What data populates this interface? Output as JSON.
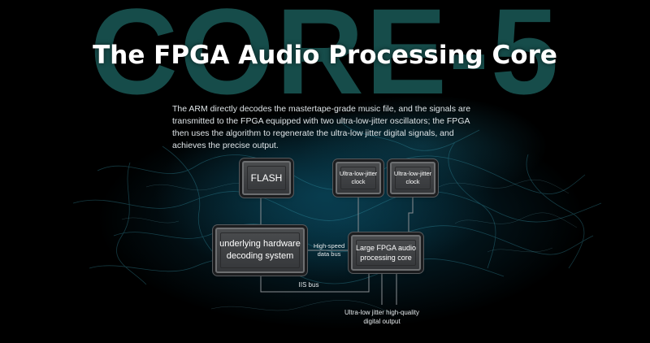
{
  "watermark": "CORE-5",
  "title": "The FPGA Audio Processing Core",
  "description": {
    "lines": [
      "The ARM directly decodes the mastertape-grade music file, and the signals are",
      "transmitted to the FPGA equipped with two ultra-low-jitter oscillators; the FPGA",
      "then uses the algorithm to regenerate the ultra-low jitter digital signals, and",
      "achieves the precise output."
    ]
  },
  "diagram": {
    "flash": {
      "label": "FLASH"
    },
    "clock1": {
      "line1": "Ultra-low-jitter",
      "line2": "clock"
    },
    "clock2": {
      "line1": "Ultra-low-jitter",
      "line2": "clock"
    },
    "decoder": {
      "line1": "underlying hardware",
      "line2": "decoding system"
    },
    "fpga": {
      "line1": "Large FPGA audio",
      "line2": "processing core"
    },
    "data_bus": {
      "line1": "High-speed",
      "line2": "data bus"
    },
    "iis_bus": {
      "label": "IIS bus"
    },
    "output": {
      "line1": "Ultra-low jitter high-quality",
      "line2": "digital output"
    }
  },
  "colors": {
    "watermark": "#1b5a57",
    "wire": "#8a8e92",
    "chip_fill": "#3f4144",
    "background_glow": "#0a4658"
  }
}
